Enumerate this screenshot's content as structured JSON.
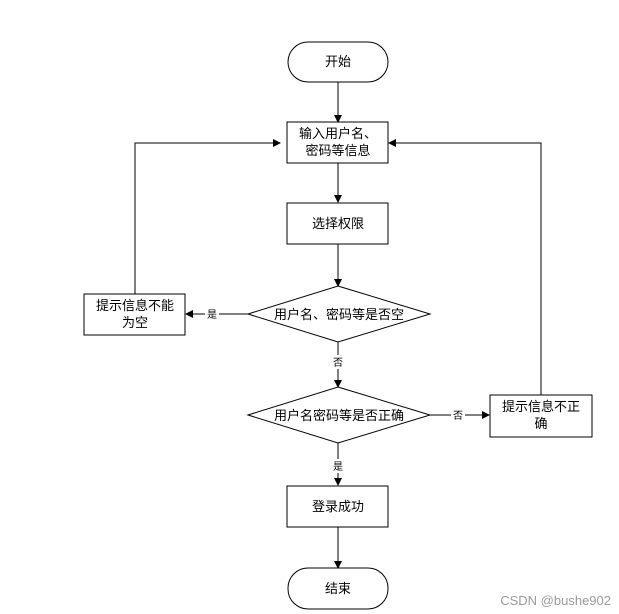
{
  "nodes": {
    "start": "开始",
    "input": [
      "输入用户名、",
      "密码等信息"
    ],
    "select": "选择权限",
    "check_empty": "用户名、密码等是否空",
    "empty_tip": [
      "提示信息不能",
      "为空"
    ],
    "check_correct": "用户名密码等是否正确",
    "wrong_tip": [
      "提示信息不正",
      "确"
    ],
    "success": "登录成功",
    "end": "结束"
  },
  "edges": {
    "empty_yes": "是",
    "empty_no": "否",
    "correct_yes": "是",
    "correct_no": "否"
  },
  "watermark": "CSDN @bushe902",
  "colors": {
    "stroke": "#000000",
    "fill": "#ffffff",
    "watermark": "#9a9a9a"
  }
}
